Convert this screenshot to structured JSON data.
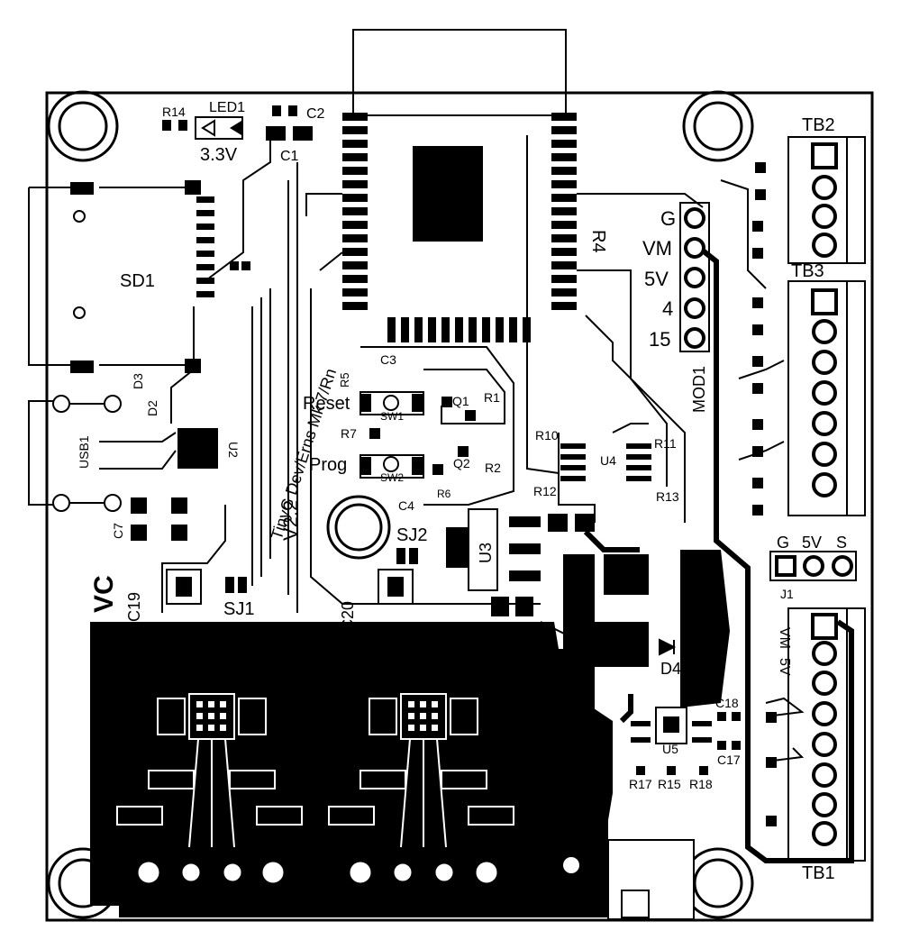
{
  "board": {
    "labels": {
      "tb2": "TB2",
      "tb3": "TB3",
      "tb1": "TB1",
      "g_top": "G",
      "vm": "VM",
      "v5": "5V",
      "four": "4",
      "fifteen": "15",
      "mod1": "MOD1",
      "r4": "R4",
      "sd1": "SD1",
      "usb1": "USB1",
      "led1": "LED1",
      "r14": "R14",
      "v33": "3.3V",
      "c1": "C1",
      "c2": "C2",
      "d3": "D3",
      "d2": "D2",
      "u2": "U2",
      "reset": "Reset",
      "prog": "Prog",
      "sw1": "SW1",
      "sw2": "SW2",
      "r5": "R5",
      "c3": "C3",
      "r7": "R7",
      "r1": "R1",
      "r2": "R2",
      "q1": "Q1",
      "q2": "Q2",
      "c4": "C4",
      "r6": "R6",
      "sj2": "SJ2",
      "sj1": "SJ1",
      "u3": "U3",
      "r10": "R10",
      "r11": "R11",
      "r12": "R12",
      "r13": "R13",
      "u4": "U4",
      "c17": "C17",
      "c18": "C18",
      "r15": "R15",
      "r17": "R17",
      "r18": "R18",
      "u5": "U5",
      "d4": "D4",
      "c7": "C7",
      "c19": "C19",
      "c20": "C20",
      "g_j1": "G",
      "v5_j1": "5V",
      "s_j1": "S",
      "j1": "J1",
      "vm_side": "VM",
      "v5_side": "5V",
      "ver": "V2.2",
      "brand": "VC",
      "vert_text": "TinyG Dev/Erns Mk 7/Rn"
    }
  }
}
